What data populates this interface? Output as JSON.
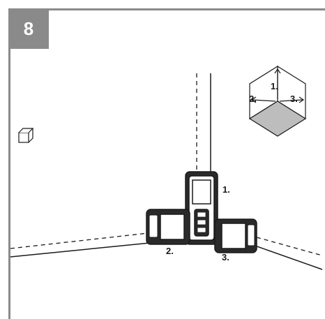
{
  "step": {
    "number": "8"
  },
  "cube_legend": {
    "labels": {
      "top": "1.",
      "left": "2.",
      "right": "3."
    },
    "bottom_face_color": "#bdbdbd"
  },
  "devices": [
    {
      "label": "1."
    },
    {
      "label": "2."
    },
    {
      "label": "3."
    }
  ],
  "icons": {
    "small_box": "box-icon"
  },
  "colors": {
    "frame": "#8a8a8a",
    "line": "#1a1a1a"
  }
}
